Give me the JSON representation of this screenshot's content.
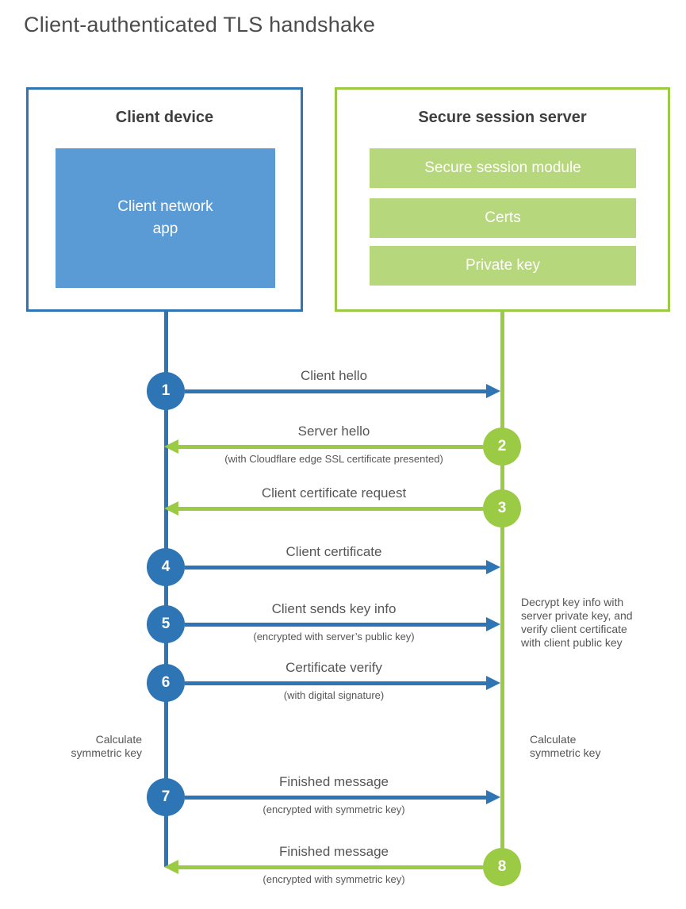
{
  "title": "Client-authenticated TLS handshake",
  "client_box": {
    "title": "Client device",
    "app_label": "Client network\napp"
  },
  "server_box": {
    "title": "Secure session server",
    "modules": [
      "Secure session module",
      "Certs",
      "Private key"
    ]
  },
  "steps": [
    {
      "num": "1",
      "from": "client",
      "to": "server",
      "label": "Client hello",
      "sub": ""
    },
    {
      "num": "2",
      "from": "server",
      "to": "client",
      "label": "Server hello",
      "sub": "(with Cloudflare edge SSL certificate presented)"
    },
    {
      "num": "3",
      "from": "server",
      "to": "client",
      "label": "Client certificate request",
      "sub": ""
    },
    {
      "num": "4",
      "from": "client",
      "to": "server",
      "label": "Client certificate",
      "sub": ""
    },
    {
      "num": "5",
      "from": "client",
      "to": "server",
      "label": "Client sends key info",
      "sub": "(encrypted with server’s public key)"
    },
    {
      "num": "6",
      "from": "client",
      "to": "server",
      "label": "Certificate verify",
      "sub": "(with digital signature)"
    },
    {
      "num": "7",
      "from": "client",
      "to": "server",
      "label": "Finished message",
      "sub": "(encrypted with symmetric key)"
    },
    {
      "num": "8",
      "from": "server",
      "to": "client",
      "label": "Finished message",
      "sub": "(encrypted with symmetric key)"
    }
  ],
  "annotations": {
    "decrypt_note": "Decrypt key info with\nserver private key, and\nverify client certificate\nwith client public key",
    "calc_symmetric_left": "Calculate\nsymmetric key",
    "calc_symmetric_right": "Calculate\nsymmetric key"
  },
  "colors": {
    "client_blue": "#2e75b5",
    "client_fill_blue": "#5b9bd5",
    "server_green": "#9bca45",
    "server_fill_green": "#b7d77d"
  }
}
